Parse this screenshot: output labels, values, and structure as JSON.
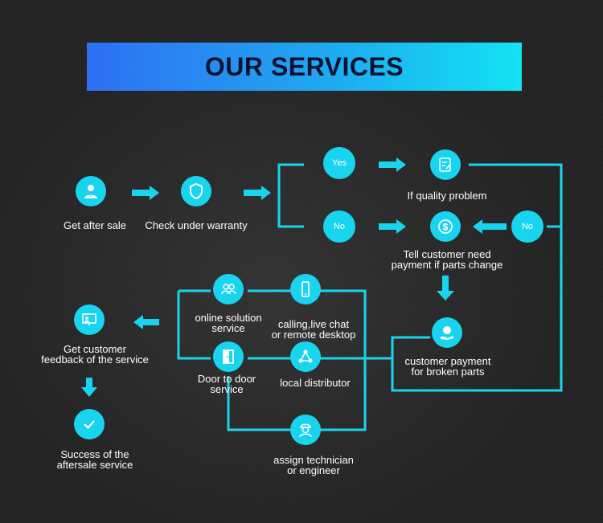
{
  "title": "OUR SERVICES",
  "accent_color": "#19d4ef",
  "steps": {
    "get_after_sale": {
      "label": "Get after sale",
      "icon": "person-icon"
    },
    "check_warranty": {
      "label": "Check under warranty",
      "icon": "shield-icon"
    },
    "yes": "Yes",
    "no_left": "No",
    "no_right": "No",
    "quality_problem": {
      "label": "If quality problem",
      "icon": "document-icon"
    },
    "tell_customer": {
      "line1": "Tell customer need",
      "line2": "payment if parts change",
      "icon": "dollar-icon"
    },
    "customer_payment": {
      "line1": "customer payment",
      "line2": "for broken parts",
      "icon": "hand-coin-icon"
    },
    "online_solution": {
      "line1": "online solution",
      "line2": "service",
      "icon": "people-icon"
    },
    "calling": {
      "line1": "calling,live chat",
      "line2": "or remote desktop",
      "icon": "phone-icon"
    },
    "door_to_door": {
      "line1": "Door  to door",
      "line2": "service",
      "icon": "door-icon"
    },
    "local_distributor": {
      "label": "local distributor",
      "icon": "network-icon"
    },
    "assign_technician": {
      "line1": "assign technician",
      "line2": "or engineer",
      "icon": "engineer-icon"
    },
    "get_feedback": {
      "line1": "Get customer",
      "line2": "feedback of the service",
      "icon": "presentation-icon"
    },
    "success": {
      "line1": "Success of the",
      "line2": "aftersale service",
      "icon": "check-icon"
    }
  }
}
